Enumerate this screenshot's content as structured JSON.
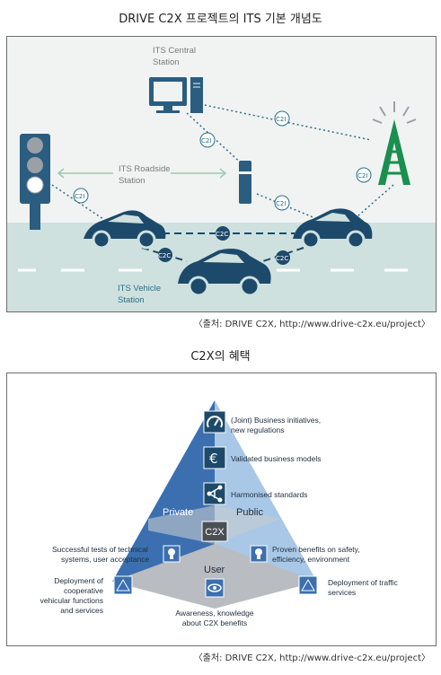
{
  "figure1": {
    "title": "DRIVE C2X 프로젝트의 ITS 기본 개념도",
    "central_station": [
      "ITS Central",
      "Station"
    ],
    "roadside_station": [
      "ITS Roadside",
      "Station"
    ],
    "vehicle_station": [
      "ITS Vehicle",
      "Station"
    ],
    "c2i": "C2I",
    "c2c": "C2C",
    "source": "〈출처: DRIVE C2X, http://www.drive-c2x.eu/project〉"
  },
  "figure2": {
    "title": "C2X의 혜택",
    "levels": [
      [
        "(Joint) Business initiatives,",
        "new regulations"
      ],
      [
        "Validated business models"
      ],
      [
        "Harmonised standards"
      ]
    ],
    "center_label": "C2X",
    "private_label": "Private",
    "public_label": "Public",
    "user_label": "User",
    "left_items": [
      [
        "Successful tests of technical",
        "systems, user acceptance"
      ],
      [
        "Deployment of",
        "cooperative",
        "vehicular functions",
        "and services"
      ]
    ],
    "right_items": [
      [
        "Proven benefits on safety,",
        "efficiency, environment"
      ],
      [
        "Deployment of traffic",
        "services"
      ]
    ],
    "bottom_item": [
      "Awareness, knowledge",
      "about C2X benefits"
    ],
    "source": "〈출처: DRIVE C2X, http://www.drive-c2x.eu/project〉"
  },
  "colors": {
    "navy": "#1d4a6b",
    "road": "#cfe1de",
    "green": "#1a8f4f",
    "pyramid_blue": "#3b6fb0",
    "pyramid_light": "#a9c7e6",
    "pyramid_gray": "#b9bcc0"
  },
  "icons": [
    "computer-icon",
    "traffic-light-icon",
    "antenna-icon",
    "roadside-unit-icon",
    "car-icon",
    "euro-icon",
    "network-icon",
    "gauge-icon",
    "lightbulb-icon",
    "eye-icon",
    "map-icon"
  ]
}
